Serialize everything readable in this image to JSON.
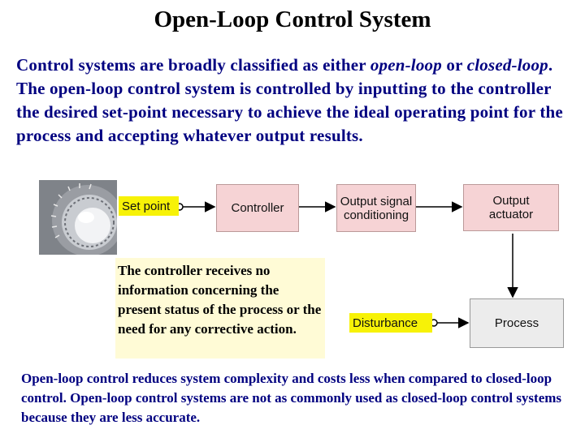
{
  "title": "Open-Loop Control System",
  "intro": {
    "part1": "Control systems are broadly classified as either ",
    "open_loop": "open-loop",
    "part2": " or ",
    "closed_loop": "closed-loop",
    "part3": ". The open-loop control system is controlled by inputting to the controller the desired set-point necessary to achieve the ideal operating point for the process and accepting whatever output results."
  },
  "diagram": {
    "set_point": "Set point",
    "controller": "Controller",
    "output_signal_conditioning": "Output signal conditioning",
    "output_actuator": "Output actuator",
    "disturbance": "Disturbance",
    "process": "Process"
  },
  "note": "The controller receives no information concerning the present status of the process or the need for any corrective action.",
  "outro": "Open-loop control reduces system complexity and costs less when compared to closed-loop control. Open-loop control systems are not as commonly used as closed-loop control systems because they are less accurate.",
  "colors": {
    "text_accent": "#000080",
    "label_highlight": "#f7f207",
    "block_pink": "#f6d3d5",
    "block_grey": "#ececec",
    "note_background": "#fffbd6"
  }
}
